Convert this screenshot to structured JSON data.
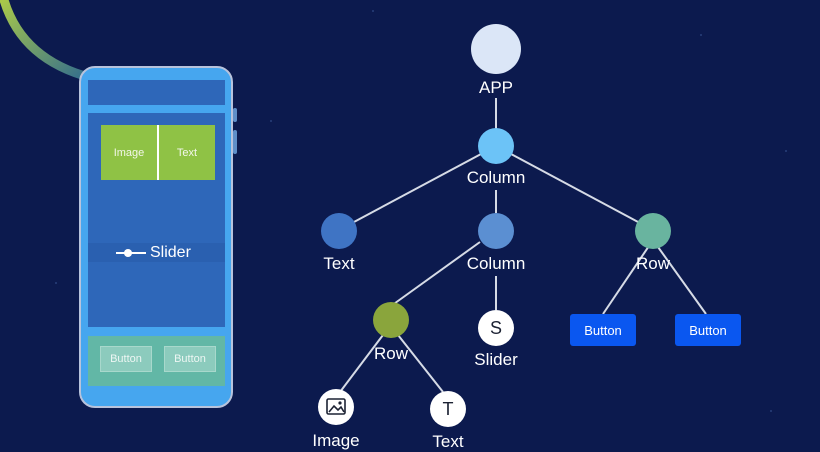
{
  "phone": {
    "image_label": "Image",
    "text_label": "Text",
    "slider_label": "Slider",
    "button_1": "Button",
    "button_2": "Button"
  },
  "tree": {
    "app": "APP",
    "column_root": "Column",
    "text_left": "Text",
    "column_mid": "Column",
    "row_right": "Row",
    "row_left": "Row",
    "slider_letter": "S",
    "slider": "Slider",
    "button_1": "Button",
    "button_2": "Button",
    "image": "Image",
    "text_letter": "T",
    "text_bottom": "Text"
  },
  "colors": {
    "background": "#0c1a4e",
    "app_node": "#dbe6f7",
    "column_root_node": "#6cc3f7",
    "text_node": "#3f74c4",
    "column_mid_node": "#5b8fd2",
    "row_right_node": "#69b49f",
    "row_left_node": "#8aa53c",
    "button": "#0a57f0",
    "edge": "#d6dbe6"
  },
  "icons": {
    "image_node": "image-icon",
    "slider_knob": "slider-knob-icon"
  }
}
